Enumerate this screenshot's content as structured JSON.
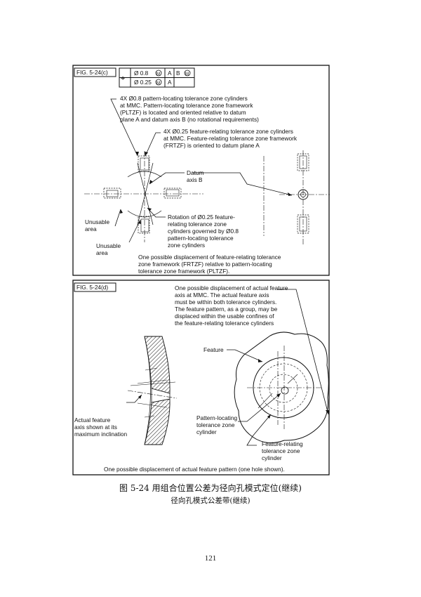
{
  "fig_c": {
    "tag": "FIG. 5-24(c)",
    "fcf": {
      "symbol": "⌖",
      "row1": {
        "tol": "Ø 0.8",
        "mod": "M",
        "datum_a": "A",
        "datum_b": "B",
        "datum_b_mod": "M"
      },
      "row2": {
        "tol": "Ø 0.25",
        "mod": "M",
        "datum_a": "A"
      }
    },
    "note_pltzf": [
      "4X Ø0.8 pattern-locating tolerance zone cylinders",
      "at MMC.  Pattern-locating tolerance zone  framework",
      "(PLTZF) is located and oriented relative to datum",
      "plane A and datum axis B (no rotational requirements)"
    ],
    "note_frtzf": [
      "4X Ø0.25 feature-relating tolerance zone cylinders",
      "at MMC.  Feature-relating tolerance zone framework",
      "(FRTZF) is oriented to datum plane A"
    ],
    "datum_axis": [
      "Datum",
      "axis B"
    ],
    "rotation_note": [
      "Rotation of Ø0.25 feature-",
      "relating tolerance zone",
      "cylinders governed by Ø0.8",
      "pattern-locating tolerance",
      "zone cylinders"
    ],
    "unusable_1": [
      "Unusable",
      "area"
    ],
    "unusable_2": [
      "Unusable",
      "area"
    ],
    "bottom_note": [
      "One possible displacement of feature-relating tolerance",
      "zone framework (FRTZF) relative to pattern-locating",
      "tolerance zone framework (PLTZF)."
    ]
  },
  "fig_d": {
    "tag": "FIG. 5-24(d)",
    "top_note": [
      "One possible displacement of actual feature",
      "axis at MMC.  The actual feature axis",
      "must be within both tolerance cylinders.",
      "The feature pattern, as a group, may be",
      "displaced within the usable confines of",
      "the feature-relating tolerance cylinders"
    ],
    "feature": "Feature",
    "actual_axis": [
      "Actual feature",
      "axis shown at its",
      "maximum inclination"
    ],
    "pattern_cyl": [
      "Pattern-locating",
      "tolerance zone",
      "cylinder"
    ],
    "feature_cyl": [
      "Feature-relating",
      "tolerance zone",
      "cylinder"
    ],
    "bottom_note": "One possible displacement of actual feature pattern (one hole shown)."
  },
  "caption": {
    "line1": "图  5-24  用组合位置公差为径向孔模式定位(继续)",
    "line2": "径向孔模式公差带(继续)"
  },
  "page_number": "121"
}
